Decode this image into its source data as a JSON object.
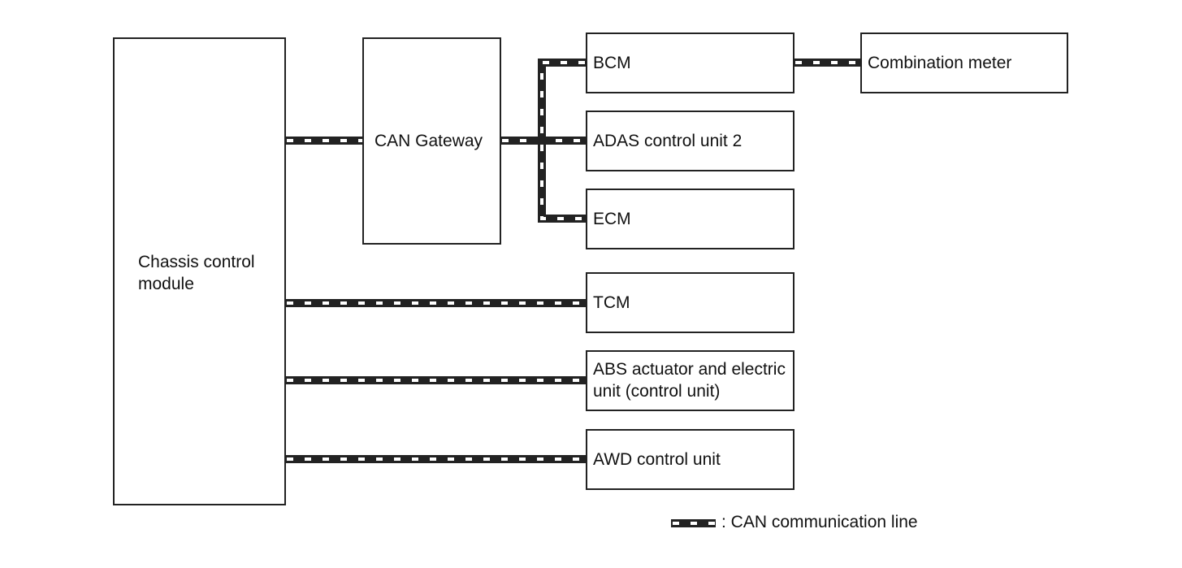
{
  "nodes": {
    "chassis": {
      "line1": "Chassis control",
      "line2": "module"
    },
    "gateway": "CAN Gateway",
    "bcm": "BCM",
    "combination_meter": "Combination meter",
    "adas": "ADAS control unit 2",
    "ecm": "ECM",
    "tcm": "TCM",
    "abs": {
      "line1": "ABS actuator and electric",
      "line2": "unit (control unit)"
    },
    "awd": "AWD control unit"
  },
  "legend": {
    "label": ": CAN communication line"
  },
  "colors": {
    "line": "#222222",
    "dash": "#ffffff"
  }
}
